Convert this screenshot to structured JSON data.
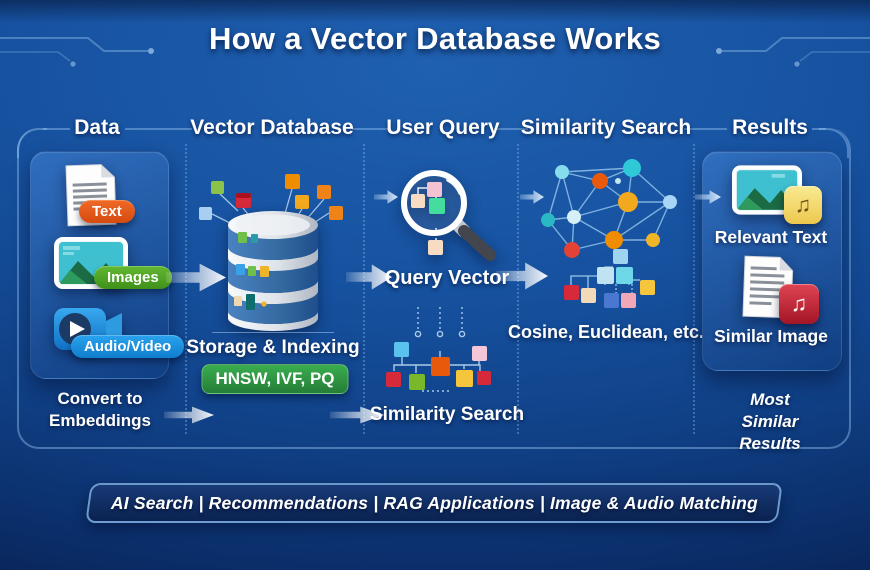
{
  "title": "How a Vector Database Works",
  "columns": {
    "data": {
      "header": "Data",
      "items": [
        {
          "icon": "document-icon",
          "label": "Text",
          "color": "#e85d1f"
        },
        {
          "icon": "image-icon",
          "label": "Images",
          "color": "#57ac2a"
        },
        {
          "icon": "video-icon",
          "label": "Audio/Video",
          "color": "#1e96e0"
        }
      ],
      "caption_line1": "Convert to",
      "caption_line2": "Embeddings"
    },
    "vector_database": {
      "header": "Vector Database",
      "icon": "database-icon",
      "label": "Storage & Indexing",
      "badge": "HNSW, IVF, PQ",
      "badge_color": "#2f9e44"
    },
    "user_query": {
      "header": "User Query",
      "icon": "magnifier-icon",
      "label_query": "Query Vector",
      "label_search": "Similarity Search"
    },
    "similarity_search": {
      "header": "Similarity Search",
      "icon": "graph-network-icon",
      "caption": "Cosine, Euclidean, etc."
    },
    "results": {
      "header": "Results",
      "items": [
        {
          "icon": "image-music-icon",
          "label": "Relevant Text"
        },
        {
          "icon": "document-music-icon",
          "label": "Similar Image"
        }
      ],
      "caption_line1": "Most Similar",
      "caption_line2": "Results",
      "music_note_glyph": "♫"
    }
  },
  "footer": {
    "items": [
      "AI Search",
      "Recommendations",
      "RAG Applications",
      "Image & Audio Matching"
    ],
    "text": "AI Search  |  Recommendations  |  RAG Applications  |  Image & Audio Matching"
  },
  "colors": {
    "background": "#124189",
    "accent_orange": "#e85d1f",
    "accent_green": "#57ac2a",
    "accent_blue": "#1e96e0",
    "index_badge_green": "#2f9e44",
    "frame_border": "#8fbce8",
    "arrow_white": "#f4f9ff"
  }
}
